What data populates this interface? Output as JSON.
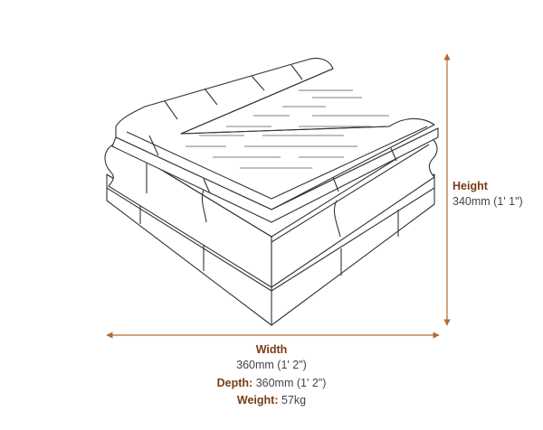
{
  "dimensions": {
    "height": {
      "label": "Height",
      "value": "340mm (1' 1\")"
    },
    "width": {
      "label": "Width",
      "value": "360mm (1' 2\")"
    },
    "depth": {
      "label": "Depth:",
      "value": "360mm (1' 2\")"
    },
    "weight": {
      "label": "Weight:",
      "value": "57kg"
    }
  },
  "colors": {
    "accent": "#b86a2e",
    "label_text": "#7a3c16",
    "value_text": "#444444",
    "drawing_line": "#333333"
  }
}
